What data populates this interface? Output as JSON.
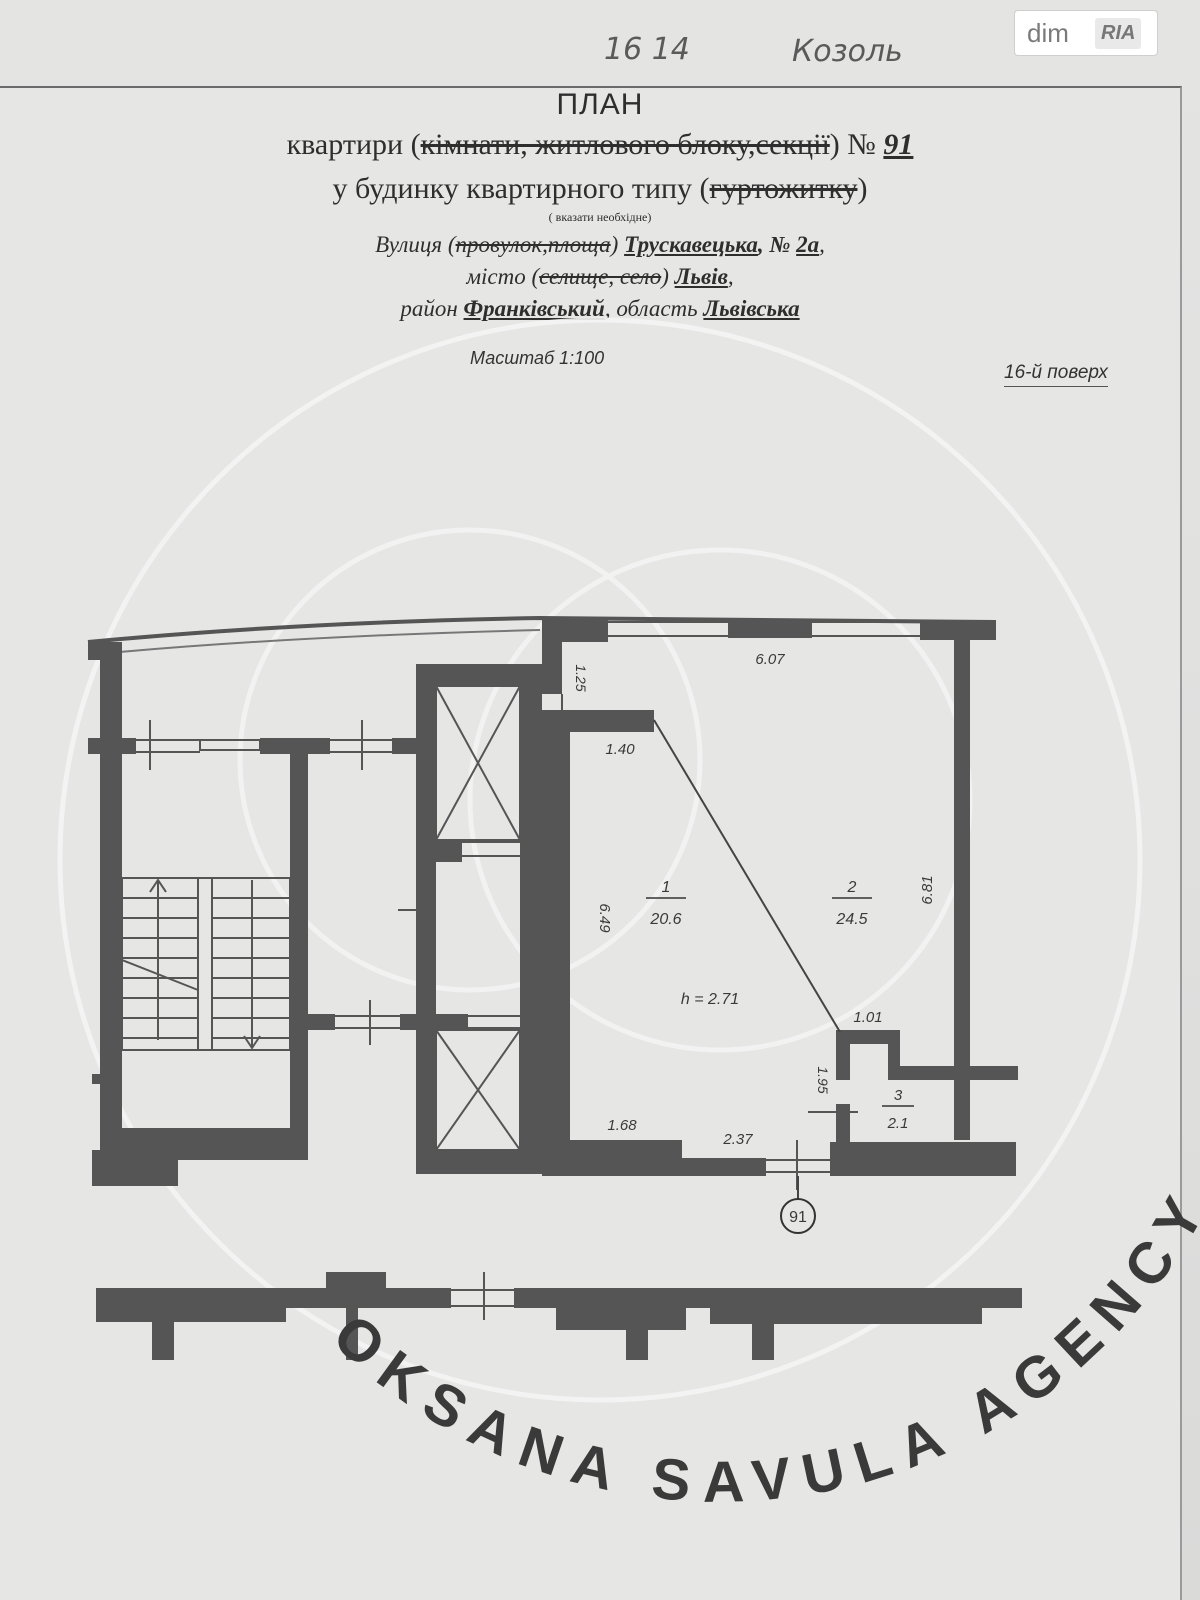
{
  "handwritten": {
    "left": "16 14",
    "right": "Козоль"
  },
  "badge": {
    "dim": "dim",
    "ria": "RIA"
  },
  "header": {
    "title": "ПЛАН",
    "line1": {
      "text": "квартири (",
      "struck": "кімнати, житлового блоку,секції",
      "after": ") № ",
      "number": "91"
    },
    "line2": {
      "text": "у будинку квартирного типу (",
      "struck": "гуртожитку",
      "after": ")"
    },
    "note": "( вказати необхідне)",
    "street": {
      "label": "Вулиця (",
      "struck": "провулок,площа",
      "after": ") ",
      "value": "Трускавецька",
      "no": ", № ",
      "number": "2а",
      "tail": ","
    },
    "city": {
      "label": "місто (",
      "struck": "селище, село",
      "after": ") ",
      "value": "Львів",
      "tail": ","
    },
    "district": {
      "label": "район ",
      "value": "Франківський",
      "sep": ", область ",
      "region": "Львівська"
    },
    "scale": "Масштаб 1:100",
    "floor": "16-й поверх"
  },
  "plan": {
    "dims": {
      "d125": "1.25",
      "d607": "6.07",
      "d140": "1.40",
      "d649": "6.49",
      "d681": "6.81",
      "d101": "1.01",
      "d195": "1.95",
      "d168": "1.68",
      "d237": "2.37"
    },
    "rooms": [
      {
        "no": "1",
        "area": "20.6"
      },
      {
        "no": "2",
        "area": "24.5"
      },
      {
        "no": "3",
        "area": "2.1"
      }
    ],
    "height": "h = 2.71",
    "apt_marker": "91"
  },
  "watermark": {
    "arc": "OKSANA SAVULA AGENCY"
  }
}
